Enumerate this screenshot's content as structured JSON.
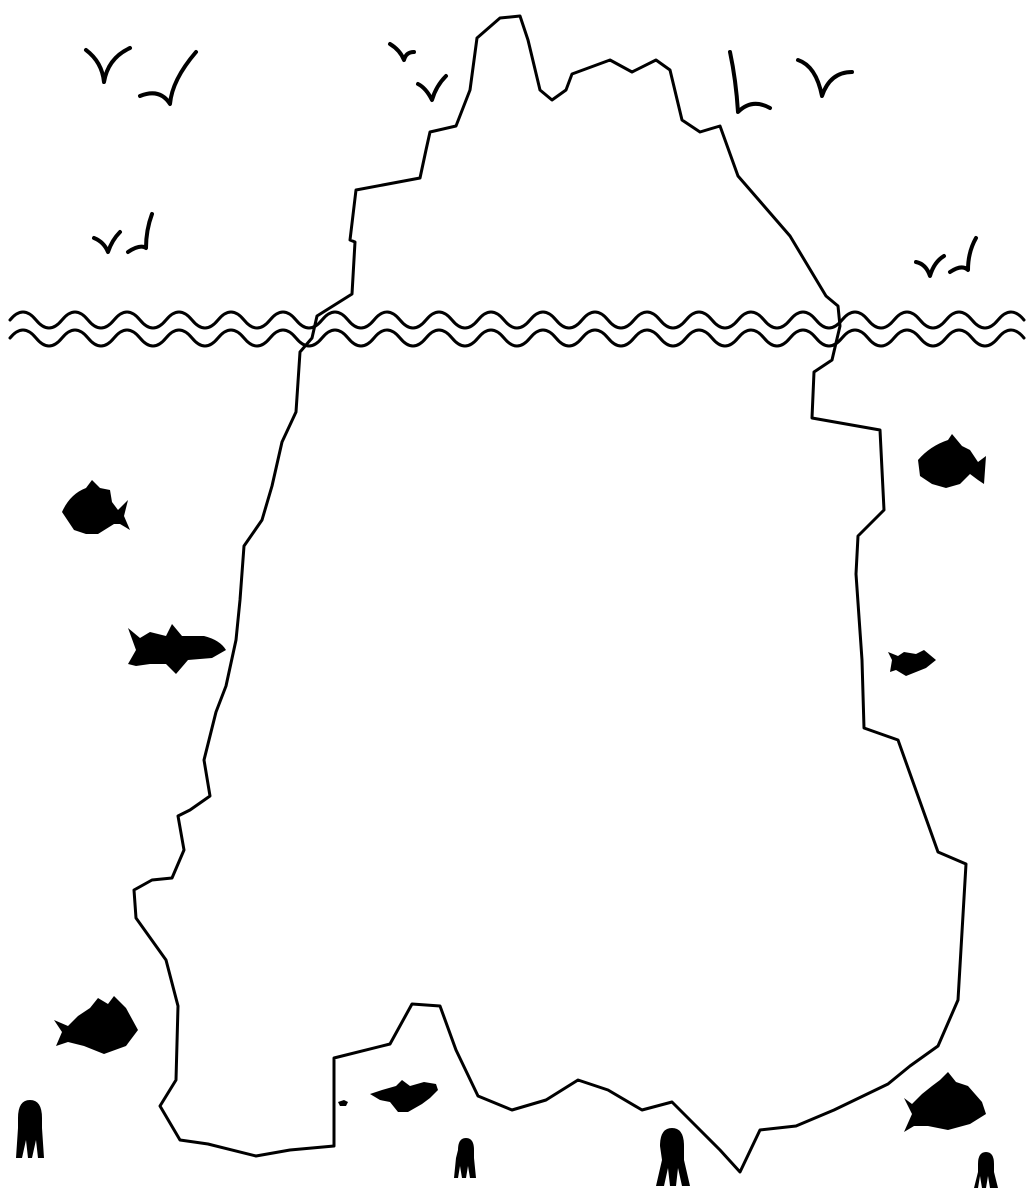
{
  "scene": {
    "subject": "iceberg",
    "sections": [
      "above-water",
      "below-water"
    ],
    "colors": {
      "background": "#ffffff",
      "ink": "#000000"
    },
    "bird_count": 10,
    "fish_count": 8,
    "jellyfish_count": 4
  }
}
